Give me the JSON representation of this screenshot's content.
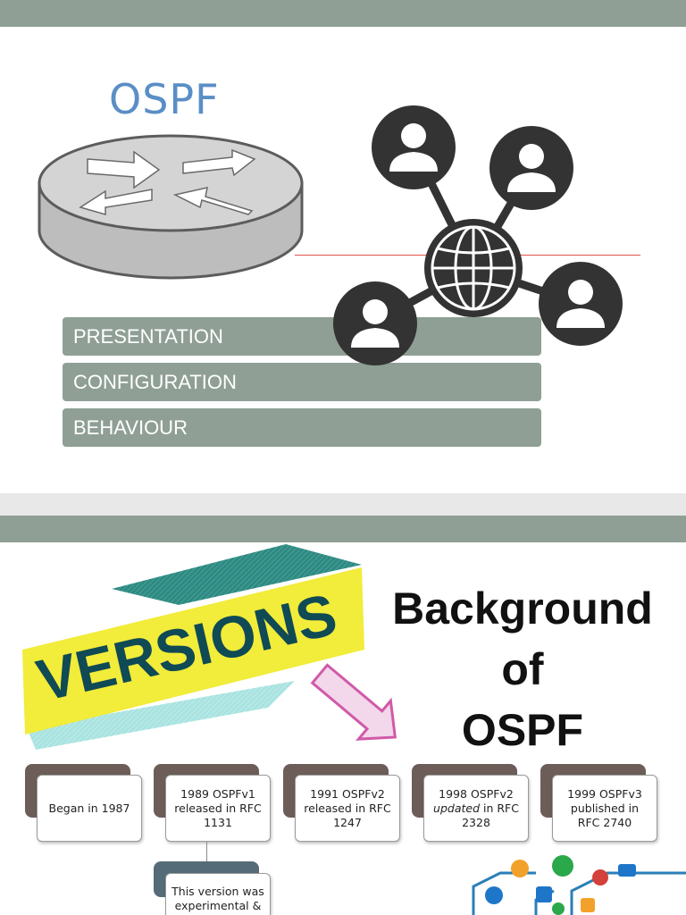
{
  "slide1": {
    "title": "OSPF",
    "menu": [
      "PRESENTATION",
      "CONFIGURATION",
      "BEHAVIOUR"
    ]
  },
  "slide2": {
    "banner": "VERSIONS",
    "heading": [
      "Background",
      "of",
      "OSPF"
    ],
    "timeline": [
      {
        "pre": "Began in 1987",
        "em": "",
        "post": ""
      },
      {
        "pre": "1989 OSPFv1 released in RFC 1131",
        "em": "",
        "post": ""
      },
      {
        "pre": "1991 OSPFv2 released in RFC 1247",
        "em": "",
        "post": ""
      },
      {
        "pre": "1998 OSPFv2 ",
        "em": "updated",
        "post": " in RFC 2328"
      },
      {
        "pre": "1999 OSPFv3 published in RFC 2740",
        "em": "",
        "post": ""
      }
    ],
    "sub_note": "This version was experimental &"
  }
}
